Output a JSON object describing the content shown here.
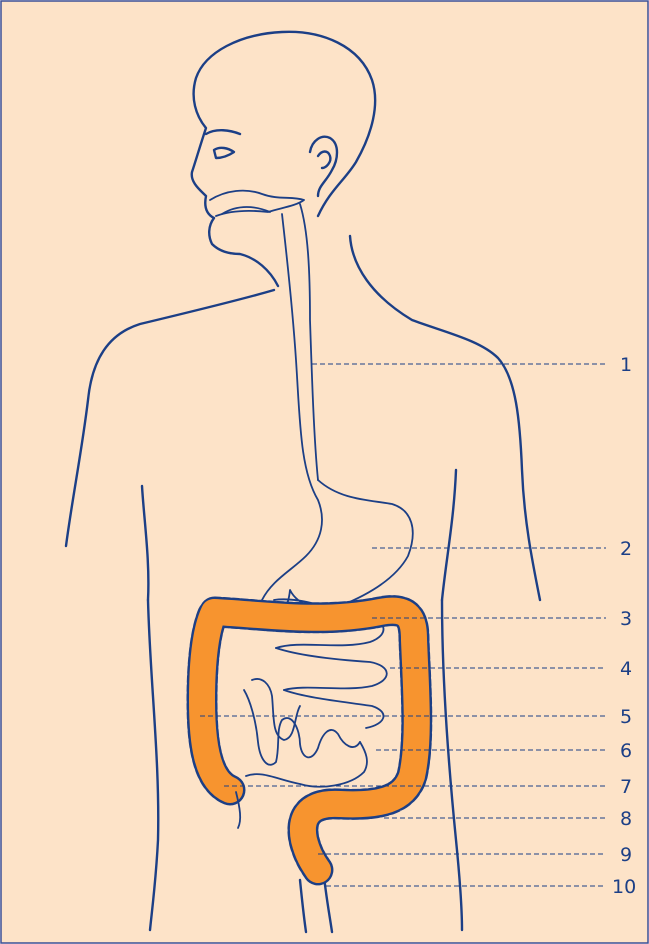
{
  "labels": [
    {
      "id": "1",
      "text": "1"
    },
    {
      "id": "2",
      "text": "2"
    },
    {
      "id": "3",
      "text": "3"
    },
    {
      "id": "4",
      "text": "4"
    },
    {
      "id": "5",
      "text": "5"
    },
    {
      "id": "6",
      "text": "6"
    },
    {
      "id": "7",
      "text": "7"
    },
    {
      "id": "8",
      "text": "8"
    },
    {
      "id": "9",
      "text": "9"
    },
    {
      "id": "10",
      "text": "10"
    }
  ],
  "colors": {
    "background": "#fde3c8",
    "outline": "#1c3f86",
    "large_intestine": "#f7942f"
  }
}
